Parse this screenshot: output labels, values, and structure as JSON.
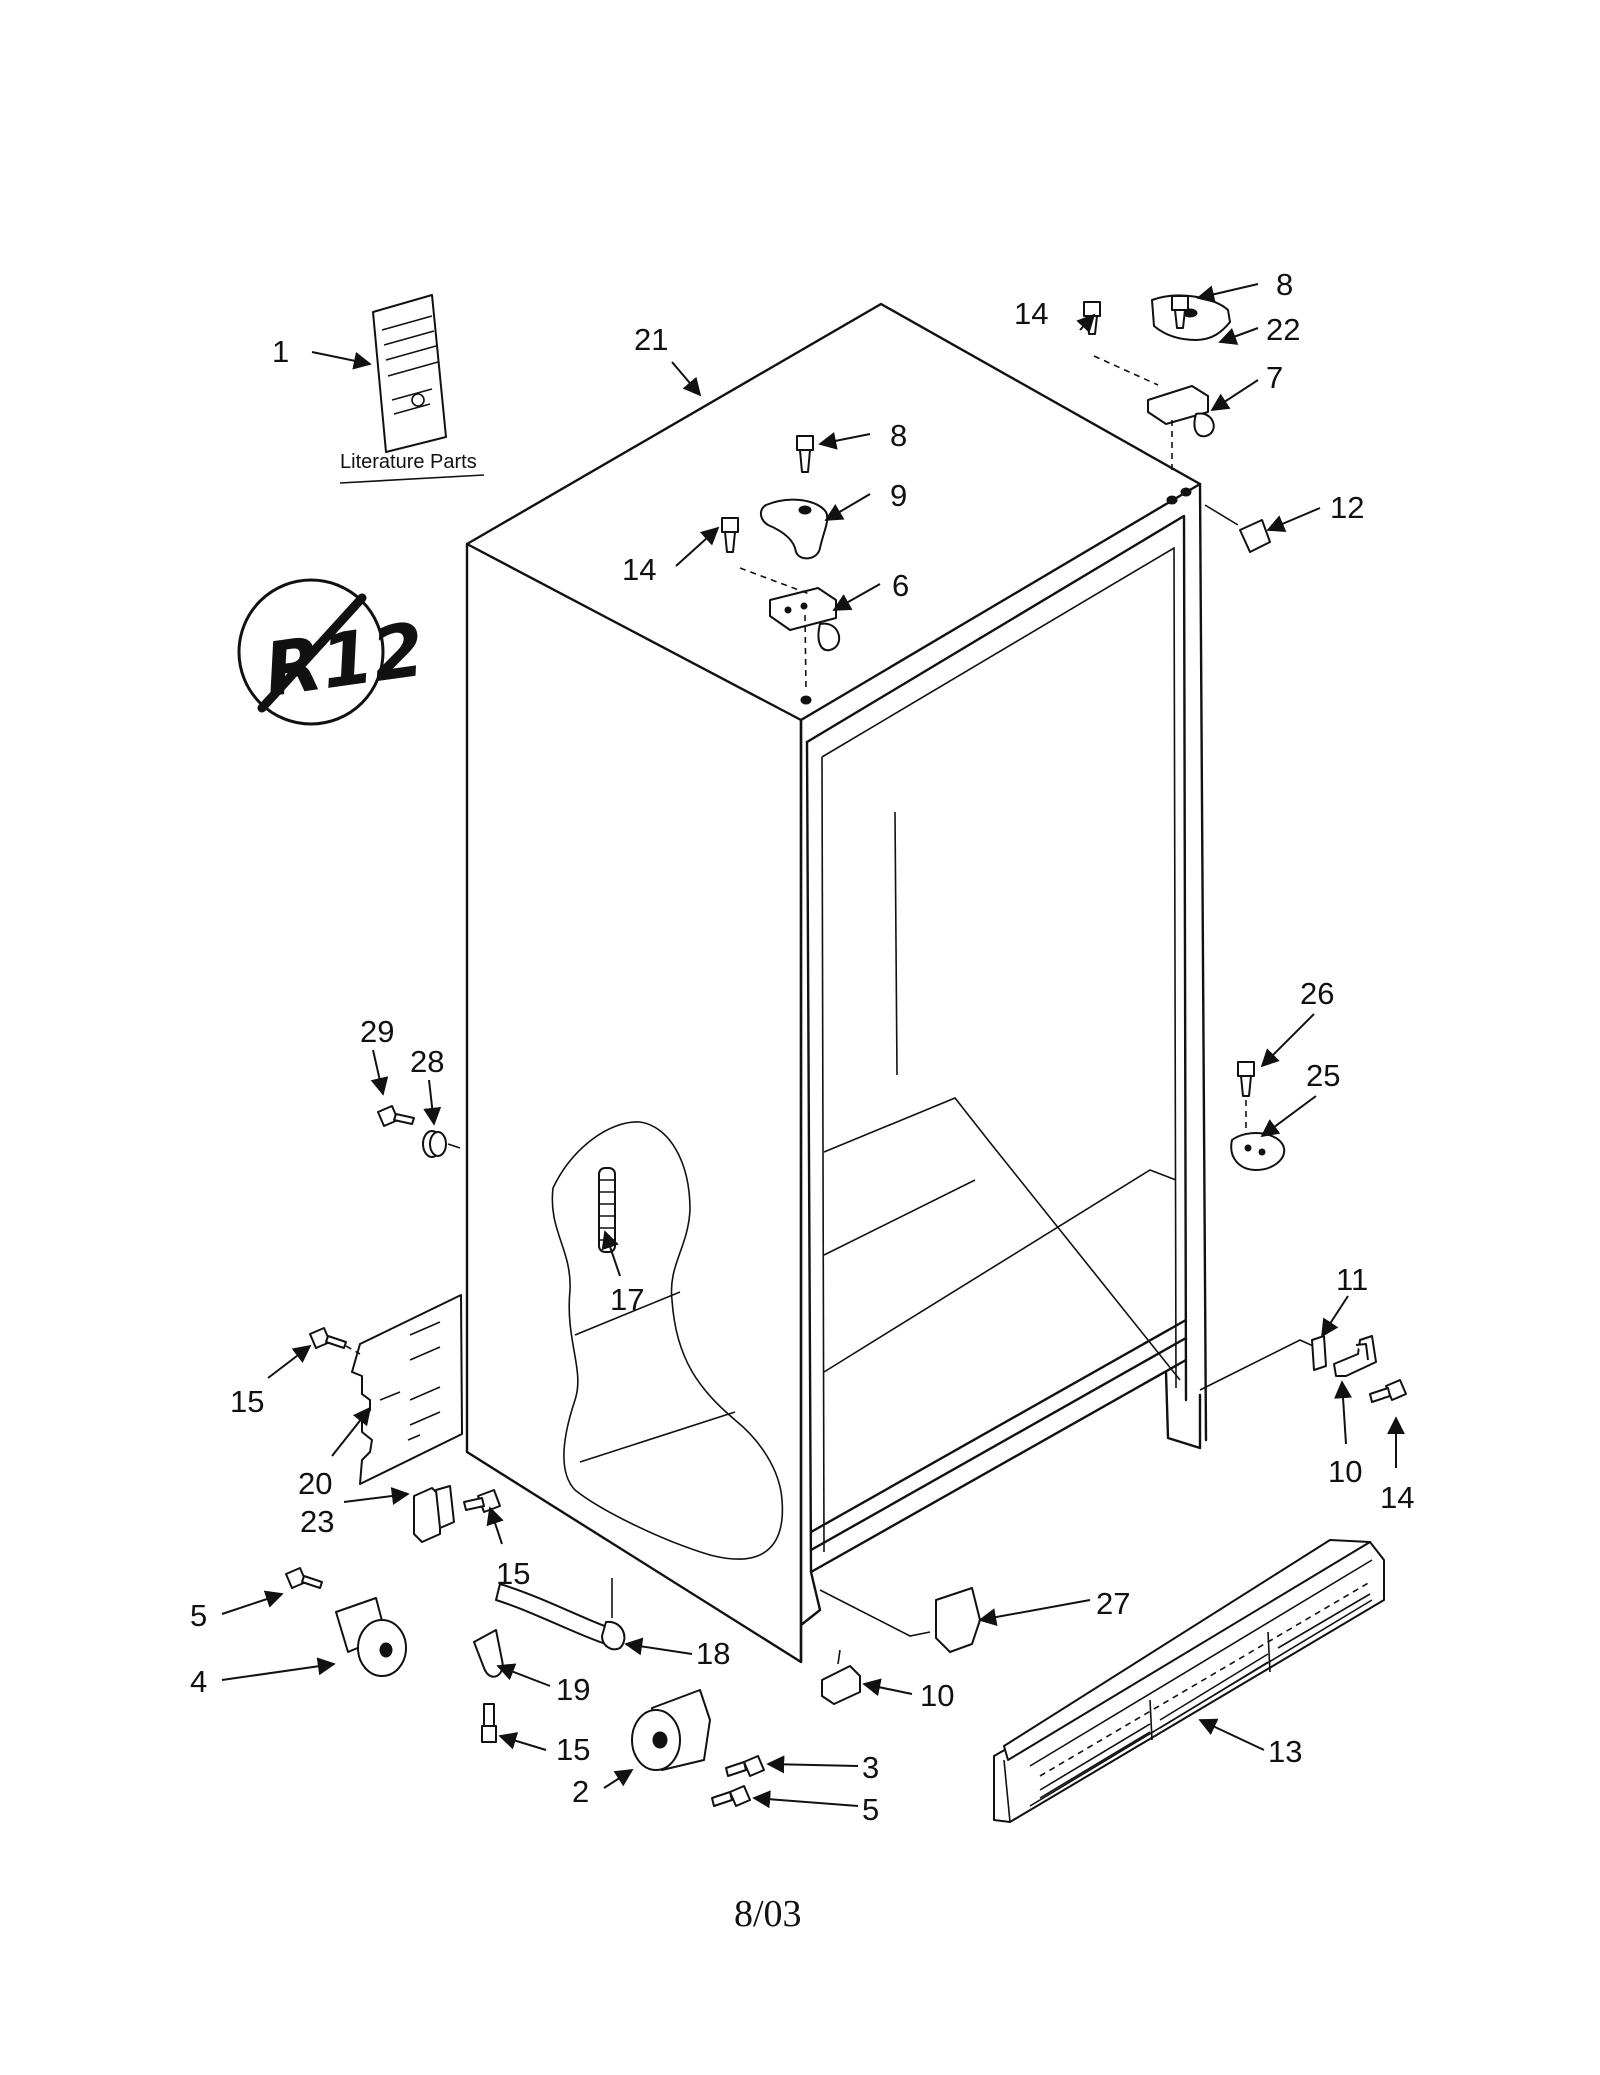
{
  "literature_caption": "Literature Parts",
  "r12_symbol": "R12",
  "date_code": "8/03",
  "callouts": {
    "c1": "1",
    "c21": "21",
    "c8a": "8",
    "c22": "22",
    "c7": "7",
    "c14a": "14",
    "c8b": "8",
    "c9": "9",
    "c14b": "14",
    "c6": "6",
    "c12": "12",
    "c26": "26",
    "c25": "25",
    "c29": "29",
    "c28": "28",
    "c17": "17",
    "c15a": "15",
    "c20": "20",
    "c23": "23",
    "c15b": "15",
    "c11": "11",
    "c10a": "10",
    "c14c": "14",
    "c27": "27",
    "c5a": "5",
    "c4": "4",
    "c18": "18",
    "c19": "19",
    "c15c": "15",
    "c10b": "10",
    "c13": "13",
    "c3": "3",
    "c2": "2",
    "c5b": "5"
  }
}
